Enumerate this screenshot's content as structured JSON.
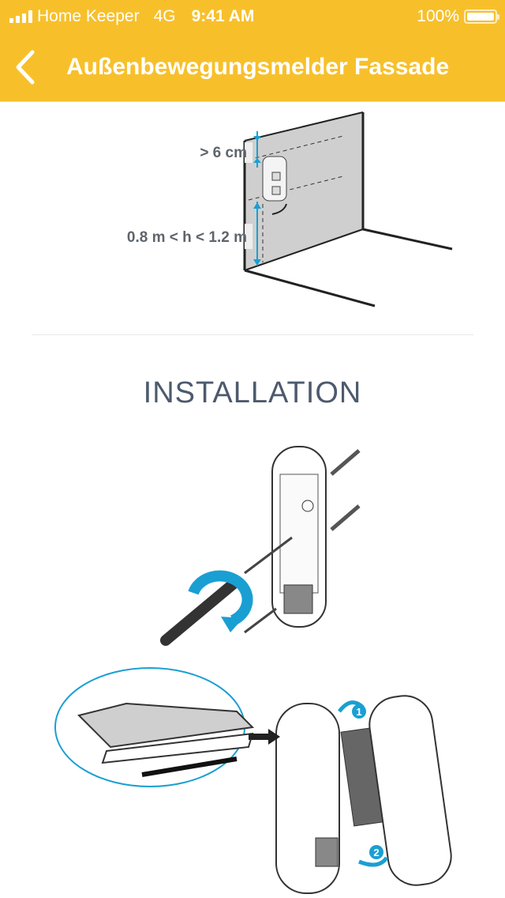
{
  "status_bar": {
    "carrier": "Home Keeper",
    "network": "4G",
    "time": "9:41 AM",
    "battery": "100%"
  },
  "nav": {
    "title": "Außenbewegungsmelder Fassade",
    "back_icon": "chevron-left-icon"
  },
  "mounting_figure": {
    "top_clearance": "> 6 cm",
    "height_range": "0.8 m < h < 1.2 m"
  },
  "section_heading": "INSTALLATION",
  "steps_figure": {
    "step1": "1",
    "step2": "2"
  },
  "colors": {
    "header": "#f7c02b",
    "accent": "#1a9fd3",
    "heading": "#4d5a6d"
  }
}
